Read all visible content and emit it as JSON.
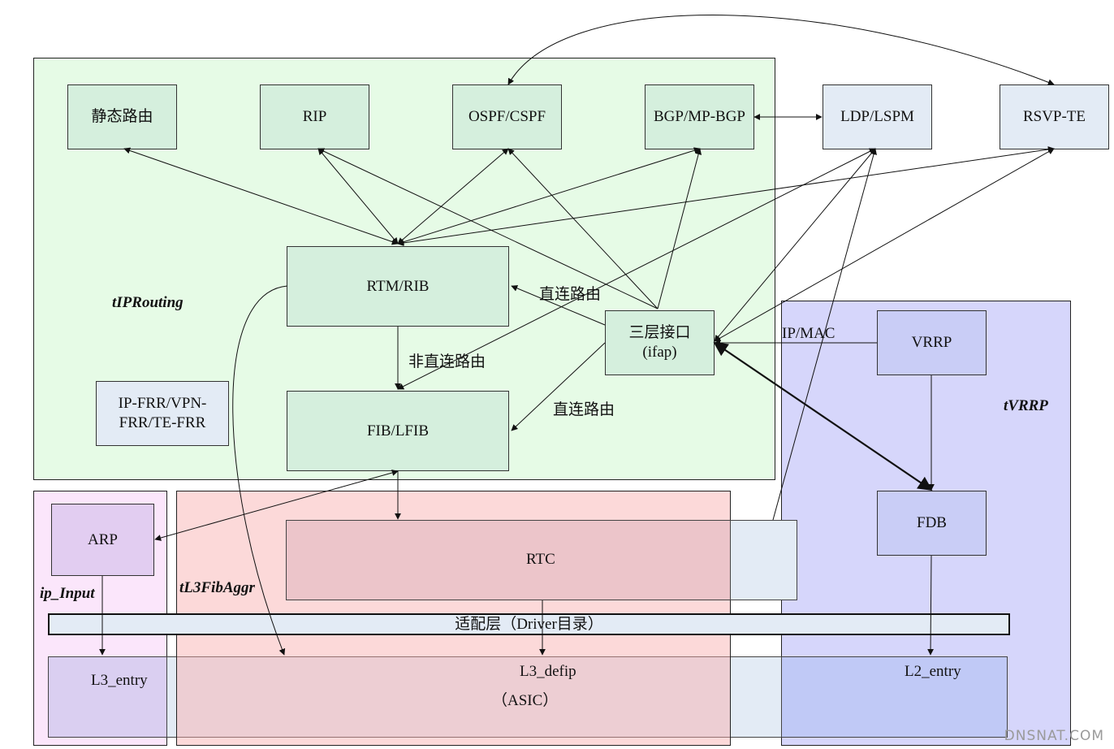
{
  "regions": {
    "tiprouting": "tIPRouting",
    "tvrrp": "tVRRP",
    "ip_input": "ip_Input",
    "tl3fibaggr": "tL3FibAggr"
  },
  "modules": {
    "static_route": "静态路由",
    "rip": "RIP",
    "ospf": "OSPF/CSPF",
    "bgp": "BGP/MP-BGP",
    "ldp": "LDP/LSPM",
    "rsvp": "RSVP-TE",
    "rtm": "RTM/RIB",
    "fib": "FIB/LFIB",
    "frr_line1": "IP-FRR/VPN-",
    "frr_line2": "FRR/TE-FRR",
    "ifap_line1": "三层接口",
    "ifap_line2": "(ifap)",
    "vrrp": "VRRP",
    "fdb": "FDB",
    "arp": "ARP",
    "rtc": "RTC",
    "adapter": "适配层（Driver目录）",
    "l3_entry": "L3_entry",
    "l3_defip": "L3_defip",
    "asic": "（ASIC）",
    "l2_entry": "L2_entry"
  },
  "edge_labels": {
    "direct_route_upper": "直连路由",
    "direct_route_lower": "直连路由",
    "non_direct_route": "非直连路由",
    "ip_mac": "IP/MAC"
  },
  "watermark": "DNSNAT.COM",
  "colors": {
    "tiprouting_bg": "#e6fbe6",
    "tvrrp_bg": "#d6d6fb",
    "ip_input_bg": "#fbe6fb",
    "tl3fibaggr_bg": "#f8c9c9",
    "module_green": "#d5efdd",
    "module_lightblue": "#e3ebf5",
    "module_purple": "#c9cdf6"
  }
}
